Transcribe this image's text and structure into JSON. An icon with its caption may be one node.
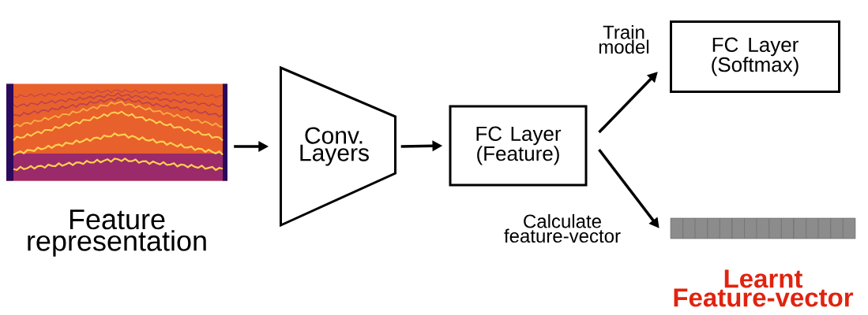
{
  "diagram": {
    "nodes": [
      {
        "text": [],
        "shape": "picture",
        "beside": [
          "Feature representation"
        ]
      },
      {
        "text": [
          "Conv. Layers"
        ]
      },
      {
        "text": [
          "FC Layer (Feature)"
        ]
      },
      {
        "text": [
          "FC Layer (Softmax)"
        ]
      },
      {
        "text": [],
        "shape": "bar",
        "beside": [
          "Learnt Feature-vector"
        ]
      }
    ],
    "edges": [
      {
        "from": 0,
        "to": 1,
        "arrow": "to"
      },
      {
        "from": 1,
        "to": 2,
        "arrow": "to"
      },
      {
        "from": 2,
        "to": 3,
        "arrow": "to",
        "label": "Train model"
      },
      {
        "from": 2,
        "to": 4,
        "arrow": "to",
        "label": "Calculate feature-vector"
      }
    ]
  }
}
